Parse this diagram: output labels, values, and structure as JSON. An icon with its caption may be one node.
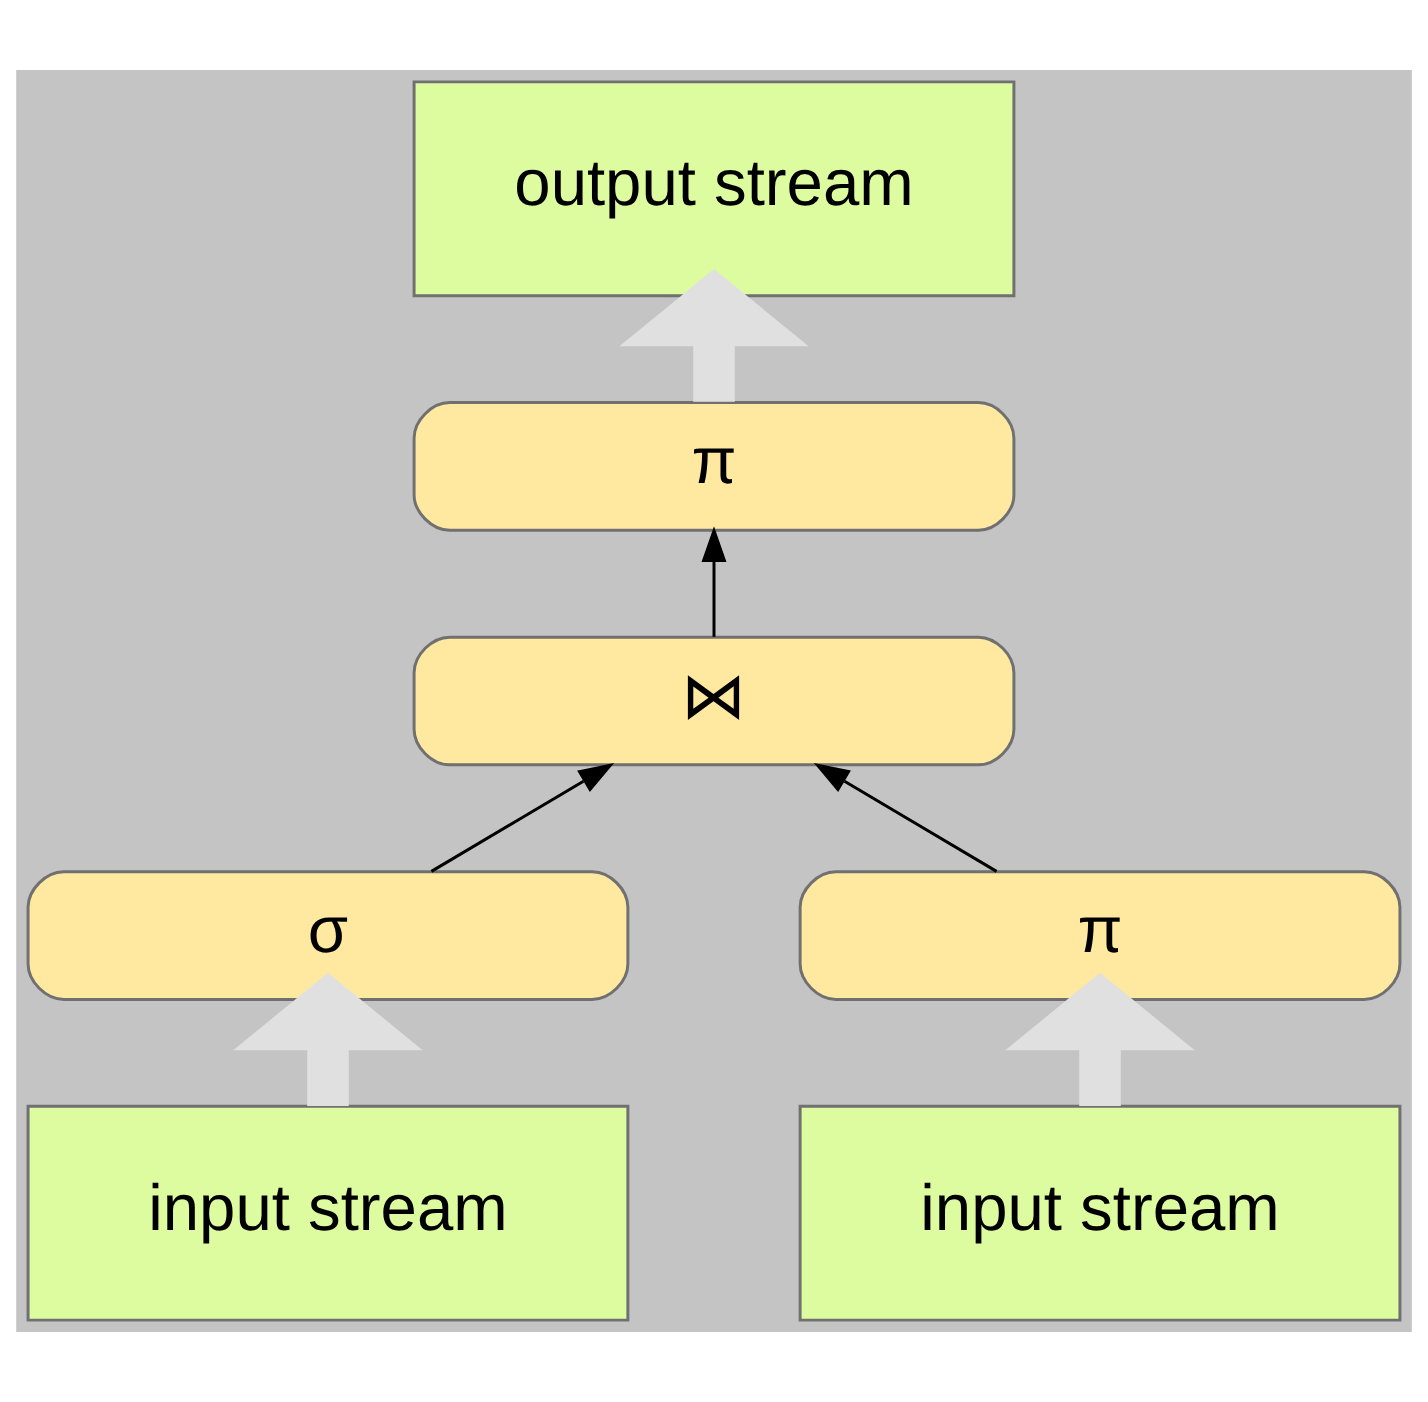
{
  "diagram": {
    "nodes": [
      {
        "text": [
          "output stream"
        ]
      },
      {
        "text": [
          "π"
        ]
      },
      {
        "text": [
          "⋈"
        ]
      },
      {
        "text": [
          "σ"
        ]
      },
      {
        "text": [
          "π"
        ]
      },
      {
        "text": [
          "input stream"
        ]
      },
      {
        "text": [
          "input stream"
        ]
      }
    ],
    "edges": [
      {
        "from": 1,
        "to": 0,
        "arrow": "to",
        "style": "thick",
        "color": "#e0e0e0"
      },
      {
        "from": 2,
        "to": 1,
        "arrow": "to",
        "color": "#000000"
      },
      {
        "from": 3,
        "to": 2,
        "arrow": "to",
        "color": "#000000"
      },
      {
        "from": 4,
        "to": 2,
        "arrow": "to",
        "color": "#000000"
      },
      {
        "from": 5,
        "to": 3,
        "arrow": "to",
        "style": "thick",
        "color": "#e0e0e0"
      },
      {
        "from": 6,
        "to": 4,
        "arrow": "to",
        "style": "thick",
        "color": "#e0e0e0"
      }
    ]
  }
}
